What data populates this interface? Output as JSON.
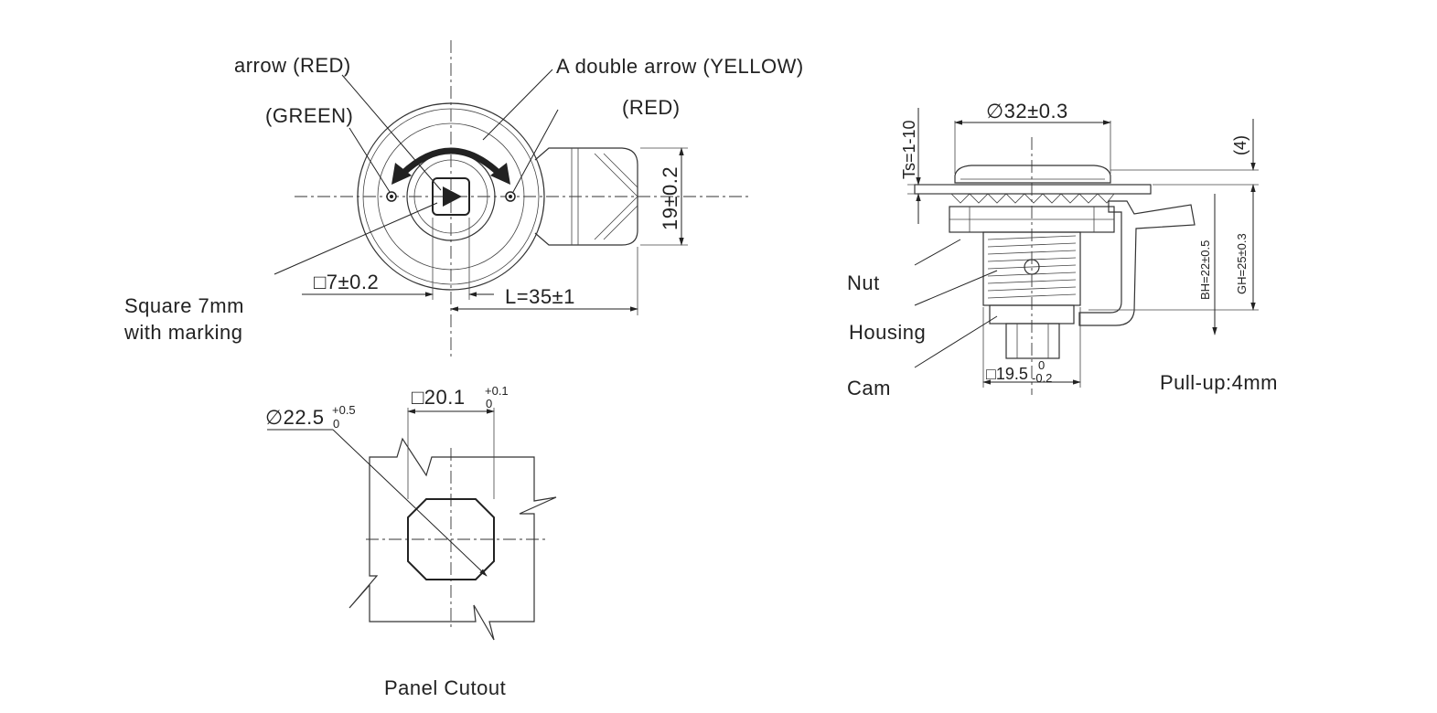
{
  "front_view": {
    "label_arrow_red": "arrow  (RED)",
    "label_green": "(GREEN)",
    "label_double_arrow": "A double arrow  (YELLOW)",
    "label_red": "(RED)",
    "dim_square": "□7±0.2",
    "dim_height": "19±0.2",
    "dim_length": "L=35±1",
    "label_square_line1": "Square 7mm",
    "label_square_line2": "with marking"
  },
  "side_view": {
    "dim_diameter": "∅32±0.3",
    "dim_ts": "Ts=1-10",
    "dim_4": "(4)",
    "dim_bh": "BH=22±0.5",
    "dim_gh": "GH=25±0.3",
    "label_nut": "Nut",
    "label_housing": "Housing",
    "label_cam": "Cam",
    "dim_base_main": "□19.5",
    "dim_base_tol_upper": "0",
    "dim_base_tol_lower": "-0.2",
    "label_pullup": "Pull-up:4mm"
  },
  "cutout": {
    "dim_diameter_main": "∅22.5",
    "dim_diameter_tol_upper": "+0.5",
    "dim_diameter_tol_lower": "0",
    "dim_square_main": "□20.1",
    "dim_square_tol_upper": "+0.1",
    "dim_square_tol_lower": "0",
    "title": "Panel Cutout"
  }
}
